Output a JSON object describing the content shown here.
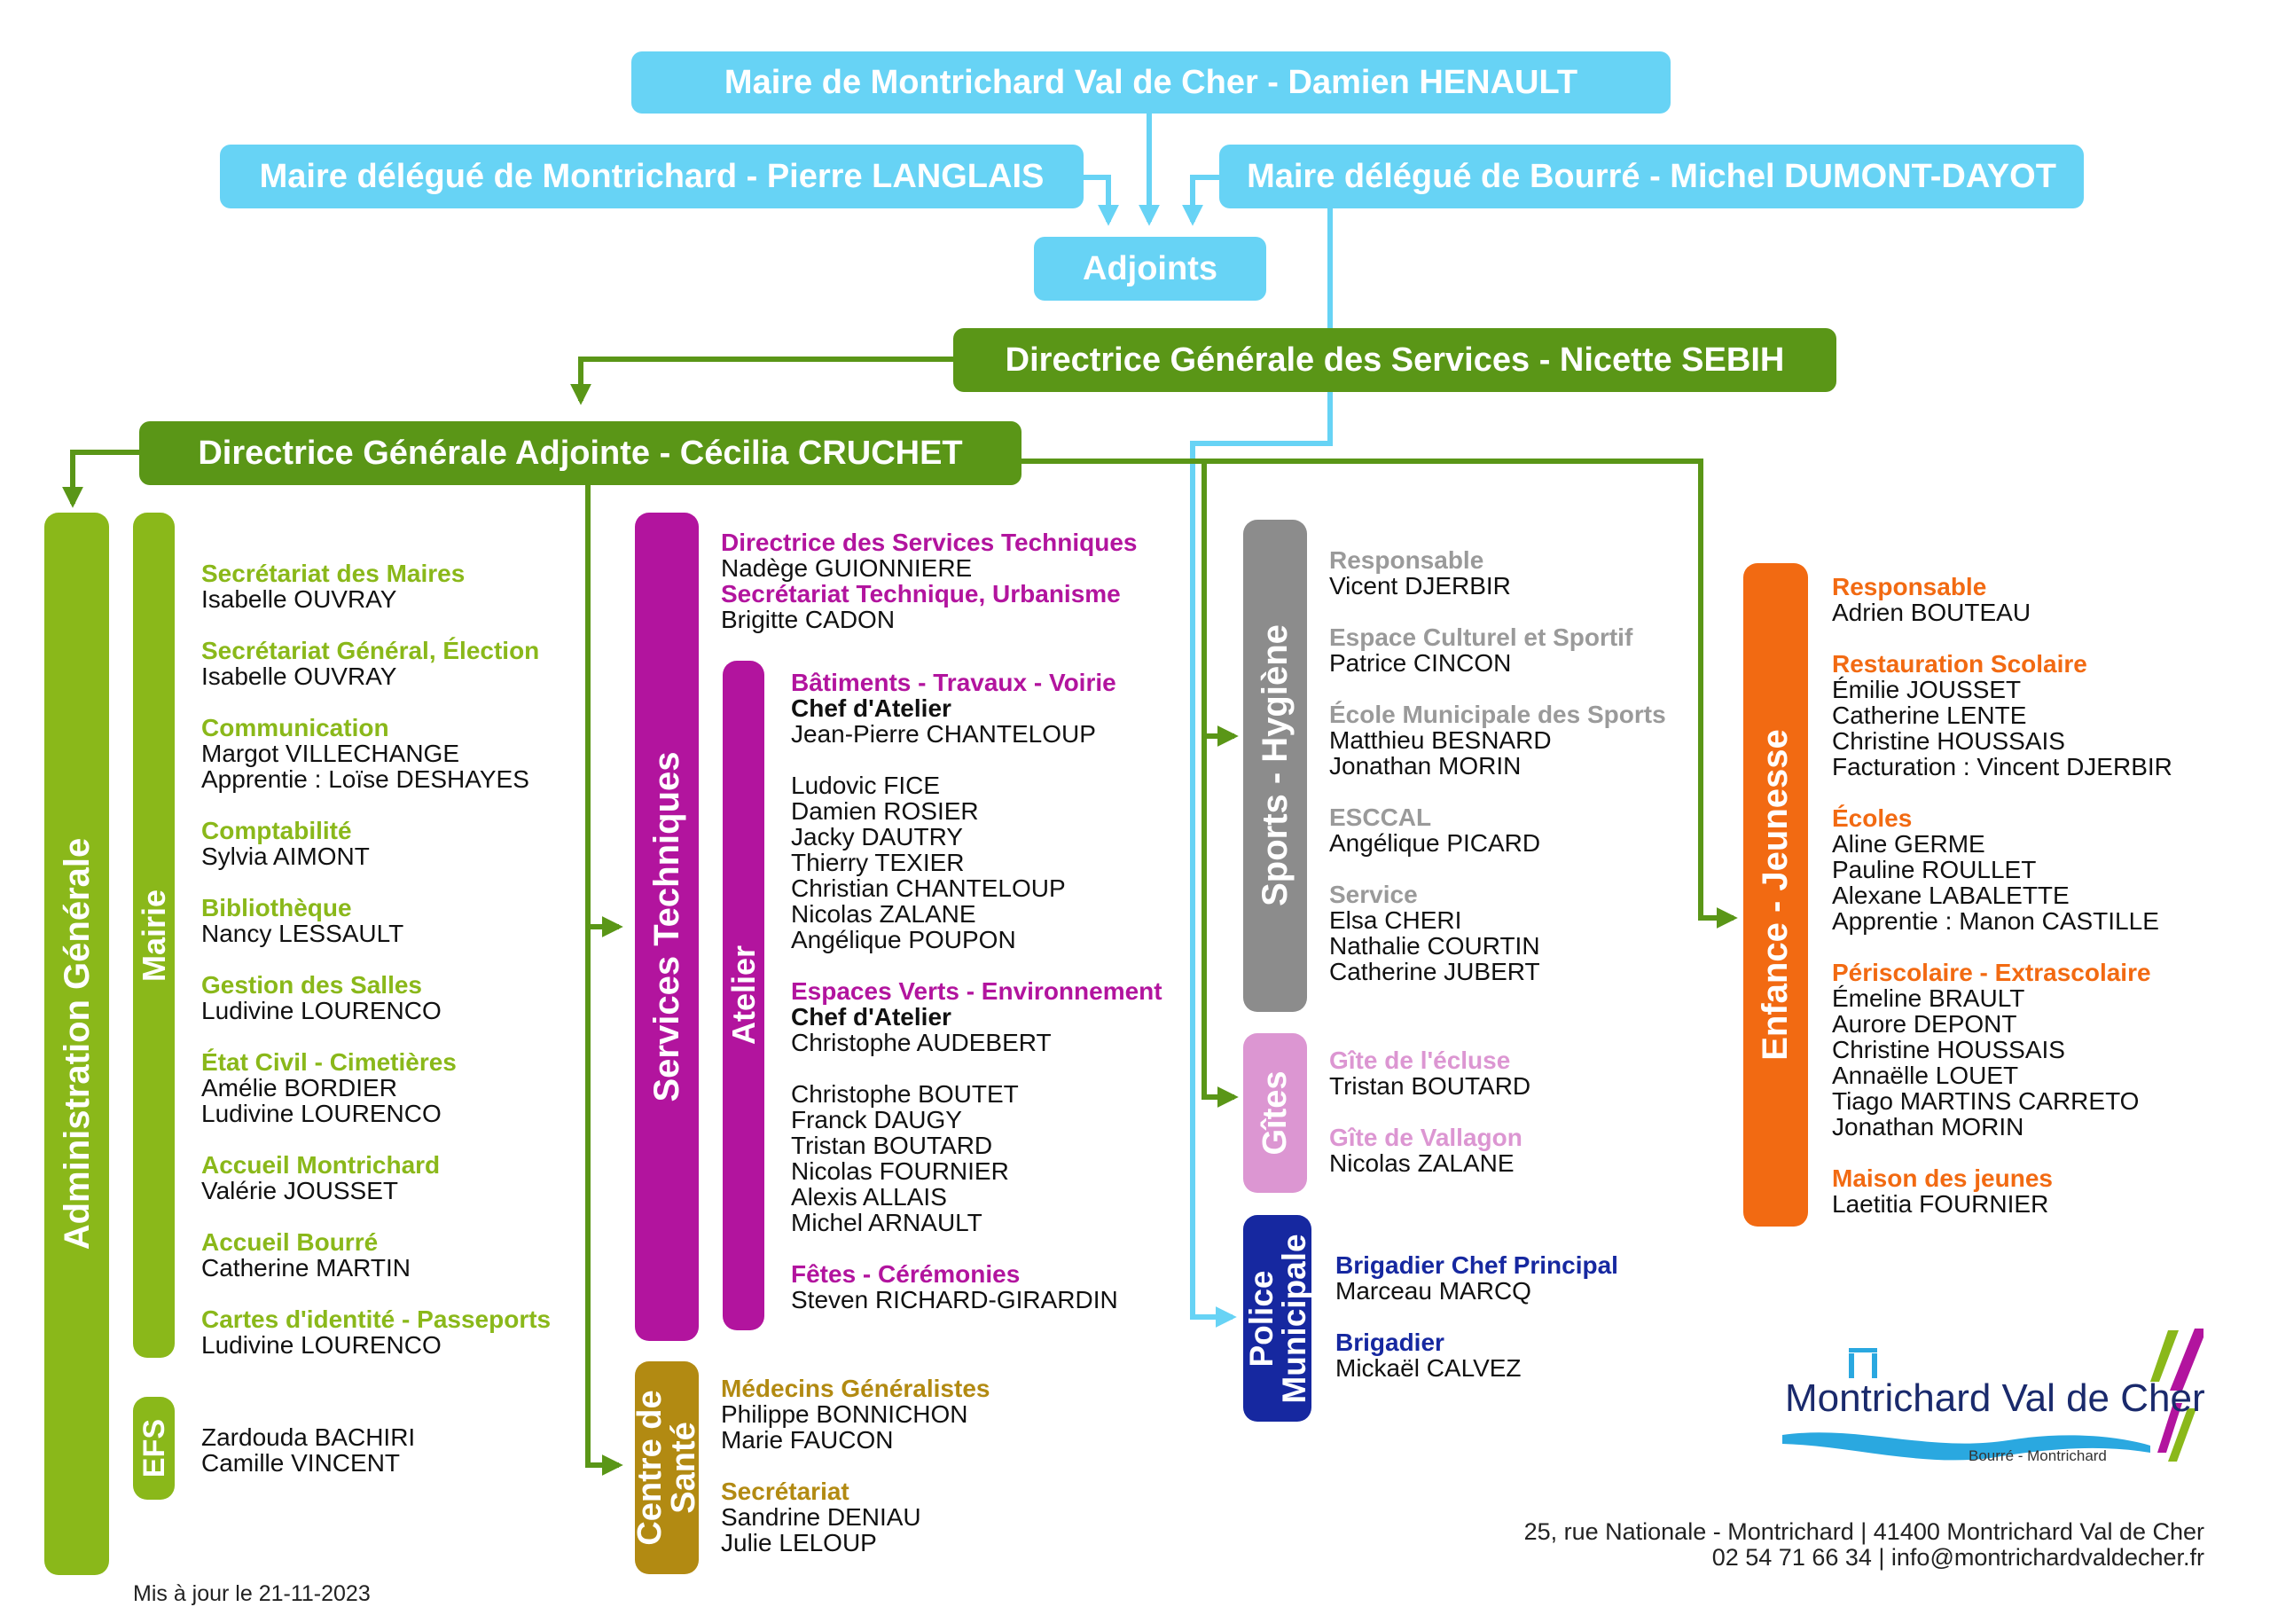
{
  "header": {
    "maire": "Maire de Montrichard Val de Cher - Damien HENAULT",
    "delegue_montrichard": "Maire délégué de Montrichard - Pierre LANGLAIS",
    "delegue_bourre": "Maire délégué de Bourré - Michel DUMONT-DAYOT",
    "adjoints": "Adjoints",
    "dgs": "Directrice Générale des Services - Nicette SEBIH",
    "dga": "Directrice Générale Adjointe - Cécilia CRUCHET"
  },
  "colors": {
    "light_blue": "#67d3f5",
    "green": "#5a9617",
    "lime": "#8ab81a",
    "purple": "#b2149e",
    "grey": "#8c8c8c",
    "pink": "#dc96d2",
    "navy": "#1628a0",
    "orange": "#f26a12",
    "olive": "#b28a12"
  },
  "sections": {
    "admin": {
      "title": "Administration Générale",
      "mairie_label": "Mairie",
      "efs_label": "EFS",
      "mairie_groups": [
        {
          "heading": "Secrétariat des Maires",
          "names": [
            "Isabelle OUVRAY"
          ]
        },
        {
          "heading": "Secrétariat Général, Élection",
          "names": [
            "Isabelle  OUVRAY"
          ]
        },
        {
          "heading": "Communication",
          "names": [
            "Margot VILLECHANGE",
            "Apprentie : Loïse DESHAYES"
          ]
        },
        {
          "heading": "Comptabilité",
          "names": [
            "Sylvia AIMONT"
          ]
        },
        {
          "heading": "Bibliothèque",
          "names": [
            "Nancy LESSAULT"
          ]
        },
        {
          "heading": "Gestion des Salles",
          "names": [
            "Ludivine LOURENCO"
          ]
        },
        {
          "heading": "État Civil - Cimetières",
          "names": [
            "Amélie BORDIER",
            "Ludivine LOURENCO"
          ]
        },
        {
          "heading": "Accueil Montrichard",
          "names": [
            "Valérie JOUSSET"
          ]
        },
        {
          "heading": "Accueil Bourré",
          "names": [
            "Catherine MARTIN"
          ]
        },
        {
          "heading": "Cartes d'identité - Passeports",
          "names": [
            "Ludivine LOURENCO"
          ]
        }
      ],
      "efs_names": [
        "Zardouda BACHIRI",
        "Camille VINCENT"
      ]
    },
    "techniques": {
      "title": "Services Techniques",
      "atelier_label": "Atelier",
      "top": [
        {
          "heading": "Directrice des Services Techniques",
          "names": [
            "Nadège GUIONNIERE"
          ]
        },
        {
          "heading": "Secrétariat Technique, Urbanisme",
          "names": [
            "Brigitte CADON"
          ]
        }
      ],
      "batiments": {
        "heading": "Bâtiments - Travaux - Voirie",
        "chef_label": "Chef d'Atelier",
        "chef": "Jean-Pierre CHANTELOUP",
        "names": [
          "Ludovic FICE",
          "Damien ROSIER",
          "Jacky DAUTRY",
          "Thierry TEXIER",
          "Christian CHANTELOUP",
          "Nicolas ZALANE",
          "Angélique POUPON"
        ]
      },
      "espaces_verts": {
        "heading": "Espaces Verts - Environnement",
        "chef_label": "Chef d'Atelier",
        "chef": "Christophe AUDEBERT",
        "names": [
          "Christophe BOUTET",
          "Franck DAUGY",
          "Tristan BOUTARD",
          "Nicolas FOURNIER",
          "Alexis ALLAIS",
          "Michel ARNAULT"
        ]
      },
      "fetes": {
        "heading": "Fêtes - Cérémonies",
        "names": [
          "Steven RICHARD-GIRARDIN"
        ]
      }
    },
    "sante": {
      "title": "Centre de Santé",
      "groups": [
        {
          "heading": "Médecins Généralistes",
          "names": [
            "Philippe BONNICHON",
            "Marie FAUCON"
          ]
        },
        {
          "heading": "Secrétariat",
          "names": [
            "Sandrine DENIAU",
            "Julie LELOUP"
          ]
        }
      ]
    },
    "sports": {
      "title": "Sports - Hygiène",
      "groups": [
        {
          "heading": "Responsable",
          "names": [
            "Vicent DJERBIR"
          ]
        },
        {
          "heading": "Espace Culturel et Sportif",
          "names": [
            "Patrice CINCON"
          ]
        },
        {
          "heading": "École Municipale des Sports",
          "names": [
            "Matthieu BESNARD",
            "Jonathan MORIN"
          ]
        },
        {
          "heading": "ESCCAL",
          "names": [
            "Angélique PICARD"
          ]
        },
        {
          "heading": "Service",
          "names": [
            "Elsa CHERI",
            "Nathalie COURTIN",
            "Catherine JUBERT"
          ]
        }
      ]
    },
    "gites": {
      "title": "Gîtes",
      "groups": [
        {
          "heading": "Gîte de l'écluse",
          "names": [
            "Tristan BOUTARD"
          ]
        },
        {
          "heading": "Gîte de Vallagon",
          "names": [
            "Nicolas ZALANE"
          ]
        }
      ]
    },
    "police": {
      "title_line1": "Police",
      "title_line2": "Municipale",
      "groups": [
        {
          "heading": "Brigadier Chef Principal",
          "names": [
            "Marceau MARCQ"
          ]
        },
        {
          "heading": "Brigadier",
          "names": [
            "Mickaël CALVEZ"
          ]
        }
      ]
    },
    "enfance": {
      "title": "Enfance - Jeunesse",
      "groups": [
        {
          "heading": "Responsable",
          "names": [
            "Adrien BOUTEAU"
          ]
        },
        {
          "heading": "Restauration Scolaire",
          "names": [
            "Émilie JOUSSET",
            "Catherine LENTE",
            "Christine HOUSSAIS",
            "Facturation : Vincent DJERBIR"
          ]
        },
        {
          "heading": "Écoles",
          "names": [
            "Aline GERME",
            "Pauline ROULLET",
            "Alexane LABALETTE",
            "Apprentie : Manon CASTILLE"
          ]
        },
        {
          "heading": "Périscolaire - Extrascolaire",
          "names": [
            "Émeline BRAULT",
            "Aurore DEPONT",
            "Christine HOUSSAIS",
            "Annaëlle LOUET",
            "Tiago MARTINS CARRETO",
            "Jonathan MORIN"
          ]
        },
        {
          "heading": "Maison des jeunes",
          "names": [
            "Laetitia FOURNIER"
          ]
        }
      ]
    }
  },
  "logo": {
    "name_line": "Montrichard Val de Cher",
    "sub": "Bourré - Montrichard"
  },
  "footer": {
    "address": "25, rue Nationale - Montrichard | 41400 Montrichard Val de Cher",
    "contact": "02 54 71 66 34 | info@montrichardvaldecher.fr",
    "updated": "Mis à jour le 21-11-2023"
  }
}
